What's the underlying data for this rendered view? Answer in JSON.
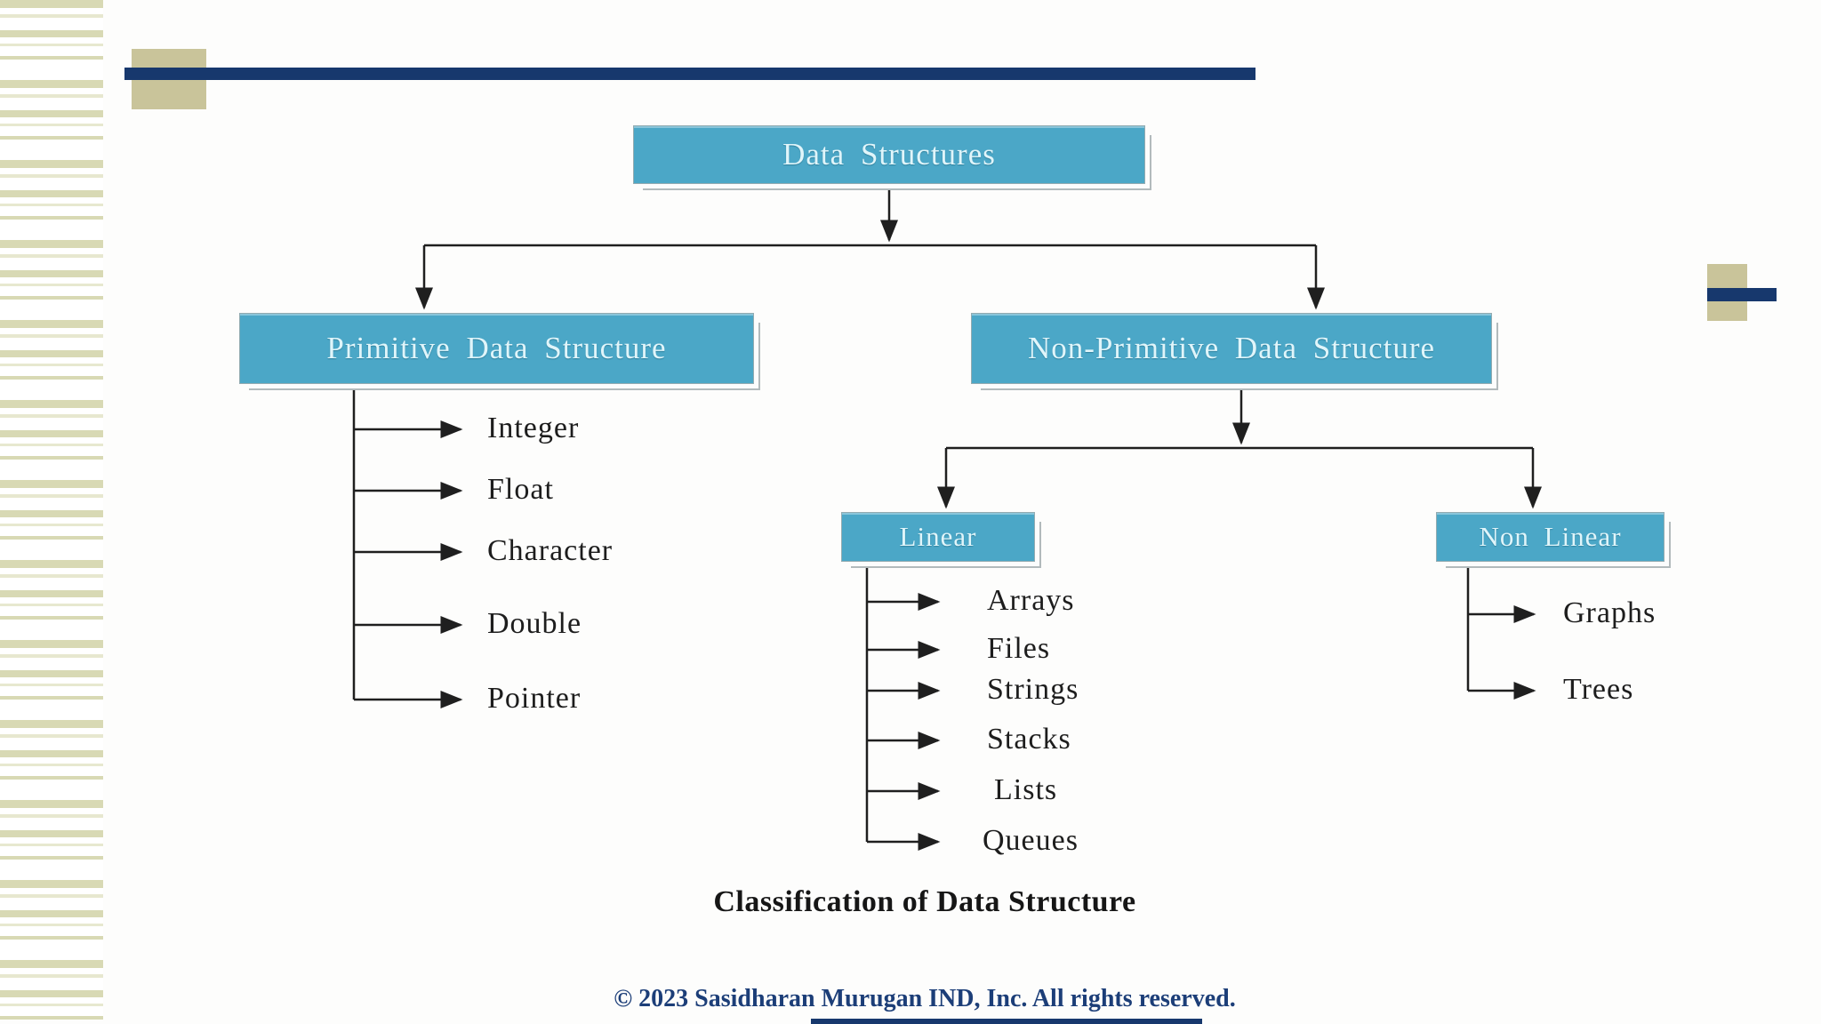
{
  "slide": {
    "caption": "Classification of Data Structure",
    "copyright": "© 2023 Sasidharan Murugan IND, Inc. All rights reserved."
  },
  "colors": {
    "accent_navy": "#17386d",
    "accent_tan": "#c9c49a",
    "stripe_olive": "#d8d9b4",
    "node_fill_teal": "#4ba7c7",
    "node_text": "#e0f5fa",
    "connector": "#1f1f1f",
    "leaf_text": "#1d1d1d"
  },
  "tree": {
    "root": {
      "label": "Data Structures"
    },
    "primitive": {
      "label": "Primitive Data Structure",
      "children": [
        "Integer",
        "Float",
        "Character",
        "Double",
        "Pointer"
      ]
    },
    "non_primitive": {
      "label": "Non-Primitive Data Structure"
    },
    "linear": {
      "label": "Linear",
      "children": [
        "Arrays",
        "Files",
        "Strings",
        "Stacks",
        "Lists",
        "Queues"
      ]
    },
    "non_linear": {
      "label": "Non Linear",
      "children": [
        "Graphs",
        "Trees"
      ]
    }
  }
}
